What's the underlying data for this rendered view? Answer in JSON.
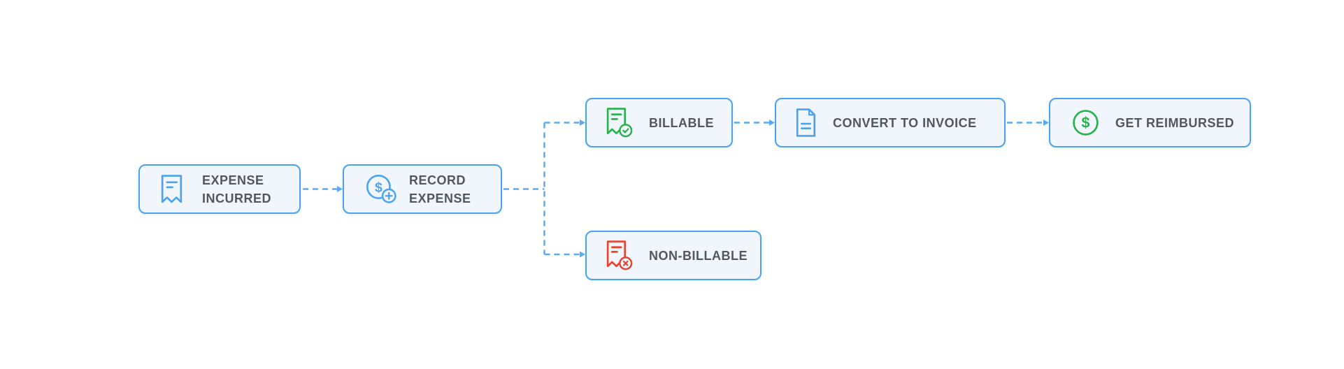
{
  "diagram": {
    "currency_symbol": "$",
    "nodes": {
      "expense_incurred": {
        "label": "EXPENSE INCURRED",
        "icon": "receipt-icon"
      },
      "record_expense": {
        "label": "RECORD EXPENSE",
        "icon": "add-expense-icon"
      },
      "billable": {
        "label": "BILLABLE",
        "icon": "receipt-check-icon"
      },
      "convert_to_invoice": {
        "label": "CONVERT TO INVOICE",
        "icon": "invoice-document-icon"
      },
      "get_reimbursed": {
        "label": "GET REIMBURSED",
        "icon": "dollar-circle-icon"
      },
      "non_billable": {
        "label": "NON-BILLABLE",
        "icon": "receipt-cross-icon"
      }
    },
    "edges": [
      {
        "from": "expense_incurred",
        "to": "record_expense"
      },
      {
        "from": "record_expense",
        "to": "billable"
      },
      {
        "from": "record_expense",
        "to": "non_billable"
      },
      {
        "from": "billable",
        "to": "convert_to_invoice"
      },
      {
        "from": "convert_to_invoice",
        "to": "get_reimbursed"
      }
    ]
  },
  "colors": {
    "page_bg": "#FFFFFF",
    "accent_blue": "#4AA2F0",
    "connector_blue": "#58AAF2",
    "light_fill": "#F0F6FC",
    "success_green": "#28B14C",
    "danger_red": "#E8432E",
    "text_color": "#53575C"
  }
}
